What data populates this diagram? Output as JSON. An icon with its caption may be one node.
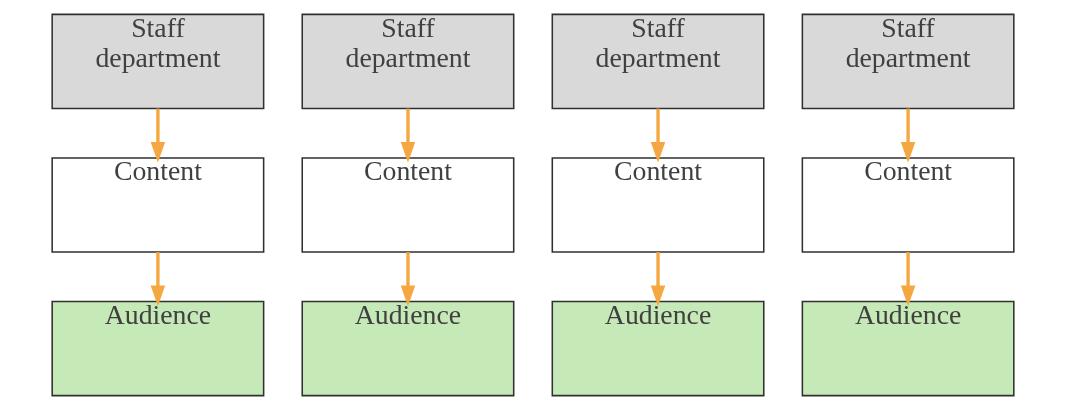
{
  "diagram": {
    "nodes": [
      {
        "text": [
          "Staff department"
        ]
      },
      {
        "text": [
          "Staff department"
        ]
      },
      {
        "text": [
          "Staff department"
        ]
      },
      {
        "text": [
          "Staff department"
        ]
      },
      {
        "text": [
          "Content"
        ]
      },
      {
        "text": [
          "Content"
        ]
      },
      {
        "text": [
          "Content"
        ]
      },
      {
        "text": [
          "Content"
        ]
      },
      {
        "text": [
          "Audience"
        ]
      },
      {
        "text": [
          "Audience"
        ]
      },
      {
        "text": [
          "Audience"
        ]
      },
      {
        "text": [
          "Audience"
        ]
      }
    ],
    "edges": [
      {
        "from": 0,
        "to": 4,
        "arrow": "to"
      },
      {
        "from": 4,
        "to": 8,
        "arrow": "to"
      },
      {
        "from": 1,
        "to": 5,
        "arrow": "to"
      },
      {
        "from": 5,
        "to": 9,
        "arrow": "to"
      },
      {
        "from": 2,
        "to": 6,
        "arrow": "to"
      },
      {
        "from": 6,
        "to": 10,
        "arrow": "to"
      },
      {
        "from": 3,
        "to": 7,
        "arrow": "to"
      },
      {
        "from": 7,
        "to": 11,
        "arrow": "to"
      }
    ]
  }
}
